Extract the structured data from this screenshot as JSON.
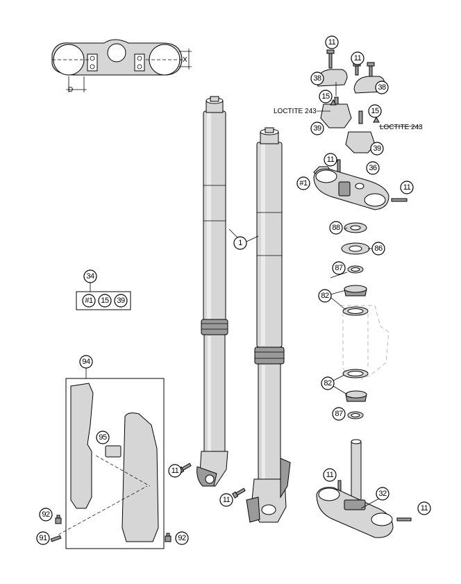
{
  "callouts": {
    "c1": "1",
    "c11a": "11",
    "c11b": "11",
    "c11c": "11",
    "c11d": "11",
    "c11e": "11",
    "c11f": "11",
    "c11g": "11",
    "c15a": "15",
    "c15b": "15",
    "c15kit": "15",
    "c32": "32",
    "c34": "34",
    "c36": "36",
    "c38a": "38",
    "c38b": "38",
    "c39a": "39",
    "c39b": "39",
    "c39kit": "39",
    "c82a": "82",
    "c82b": "82",
    "c86": "86",
    "c87a": "87",
    "c87b": "87",
    "c88": "88",
    "c91": "91",
    "c92a": "92",
    "c92b": "92",
    "c94": "94",
    "c95": "95",
    "h1": "#1",
    "h1kit": "#1"
  },
  "labels": {
    "loctite_left": "LOCTITE 243",
    "loctite_right": "LOCTITE 243",
    "dim_d": "D",
    "dim_x": "X"
  }
}
